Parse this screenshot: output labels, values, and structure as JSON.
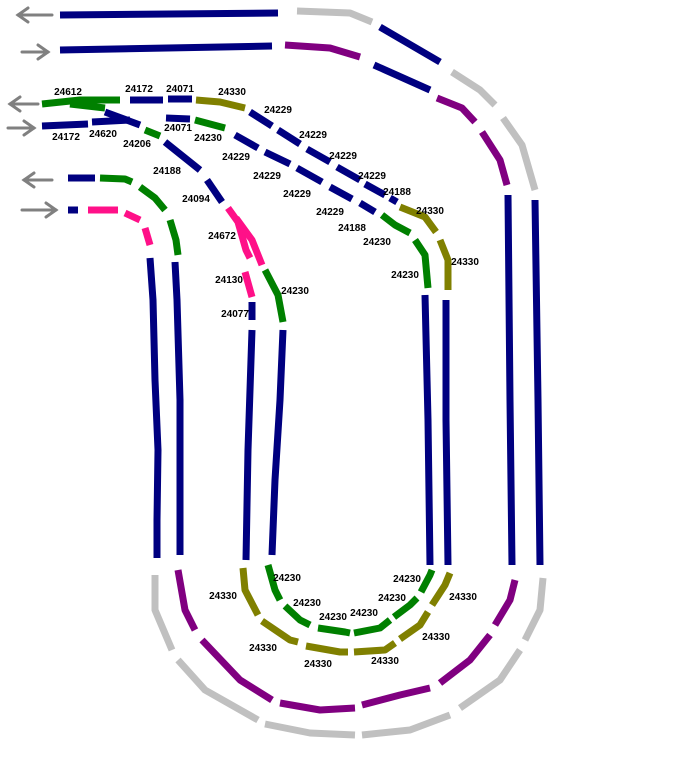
{
  "colors": {
    "navy": "#000080",
    "gray": "#c0c0c0",
    "purple": "#800080",
    "olive": "#808000",
    "green": "#008000",
    "pink": "#ff1088",
    "arrow": "#808080"
  },
  "arrows": [
    {
      "direction": "left",
      "icon": "arrow-left-icon"
    },
    {
      "direction": "right",
      "icon": "arrow-right-icon"
    },
    {
      "direction": "left",
      "icon": "arrow-left-icon"
    },
    {
      "direction": "right",
      "icon": "arrow-right-icon"
    },
    {
      "direction": "left",
      "icon": "arrow-left-icon"
    },
    {
      "direction": "right",
      "icon": "arrow-right-icon"
    }
  ],
  "labels": [
    "24612",
    "24172",
    "24071",
    "24330",
    "24229",
    "24172",
    "24620",
    "24071",
    "24206",
    "24230",
    "24229",
    "24229",
    "24229",
    "24229",
    "24229",
    "24229",
    "24188",
    "24229",
    "24330",
    "24188",
    "24188",
    "24094",
    "24230",
    "24672",
    "24330",
    "24230",
    "24130",
    "24230",
    "24077",
    "24230",
    "24230",
    "24330",
    "24330",
    "24230",
    "24230",
    "24230",
    "24230",
    "24330",
    "24330",
    "24330",
    "24330"
  ]
}
